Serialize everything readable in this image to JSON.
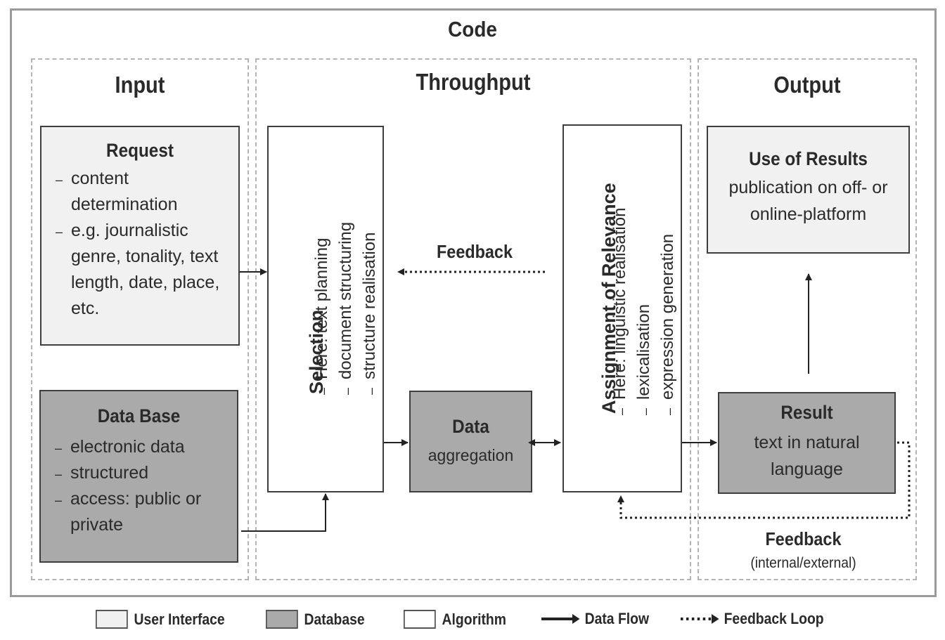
{
  "title": "Code",
  "sections": {
    "input": "Input",
    "throughput": "Throughput",
    "output": "Output"
  },
  "request": {
    "title": "Request",
    "items": [
      "content determination",
      "e.g. journalistic genre, tonality, text length, date, place, etc."
    ]
  },
  "database": {
    "title": "Data Base",
    "items": [
      "electronic data",
      "structured",
      "access: public or private"
    ]
  },
  "selection": {
    "title": "Selection",
    "items": [
      "Here: text planning",
      "document structuring",
      "structure realisation"
    ]
  },
  "data": {
    "title": "Data",
    "subtitle": "aggregation"
  },
  "relevance": {
    "title": "Assignment of Relevance",
    "items": [
      "Here: linguistic realisation",
      "lexicalisation",
      "expression generation"
    ]
  },
  "use_of_results": {
    "title": "Use of Results",
    "text": "publication on off- or online-platform"
  },
  "result": {
    "title": "Result",
    "text": "text in natural language"
  },
  "feedback_inner": "Feedback",
  "feedback_outer": {
    "title": "Feedback",
    "subtitle": "(internal/external)"
  },
  "legend": {
    "user_interface": "User Interface",
    "database": "Database",
    "algorithm": "Algorithm",
    "data_flow": "Data Flow",
    "feedback_loop": "Feedback Loop"
  },
  "colors": {
    "user_interface": "#f1f1f1",
    "database": "#aaaaaa",
    "algorithm": "#ffffff",
    "border": "#3e3e3e",
    "dashed": "#b4b4b4"
  }
}
